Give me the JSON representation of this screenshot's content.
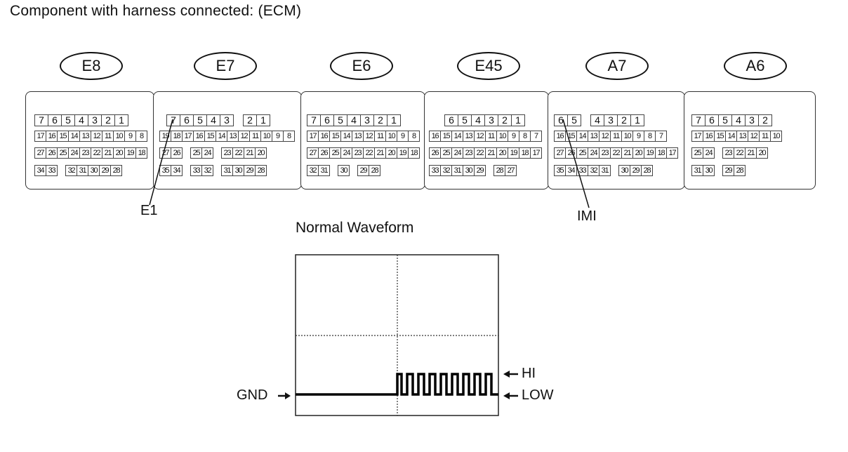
{
  "title": "Component with harness connected: (ECM)",
  "connectors": [
    {
      "id": "E8",
      "rows": [
        [
          "7",
          "6",
          "5",
          "4",
          "3",
          "2",
          "1"
        ],
        [
          "17",
          "16",
          "15",
          "14",
          "13",
          "12",
          "11",
          "10",
          "9",
          "8"
        ],
        [
          "27",
          "26",
          "25",
          "24",
          "23",
          "22",
          "21",
          "20",
          "19",
          "18"
        ],
        [
          "34",
          "33",
          "",
          "32",
          "31",
          "30",
          "29",
          "28"
        ]
      ]
    },
    {
      "id": "E7",
      "rows": [
        [
          "7",
          "6",
          "5",
          "4",
          "3",
          "",
          "2",
          "1"
        ],
        [
          "19",
          "18",
          "17",
          "16",
          "15",
          "14",
          "13",
          "12",
          "11",
          "10",
          "9",
          "8"
        ],
        [
          "27",
          "26",
          "",
          "25",
          "24",
          "",
          "23",
          "22",
          "21",
          "20"
        ],
        [
          "35",
          "34",
          "",
          "33",
          "32",
          "",
          "31",
          "30",
          "29",
          "28"
        ]
      ]
    },
    {
      "id": "E6",
      "rows": [
        [
          "7",
          "6",
          "5",
          "4",
          "3",
          "2",
          "1"
        ],
        [
          "17",
          "16",
          "15",
          "14",
          "13",
          "12",
          "11",
          "10",
          "9",
          "8"
        ],
        [
          "27",
          "26",
          "25",
          "24",
          "23",
          "22",
          "21",
          "20",
          "19",
          "18"
        ],
        [
          "32",
          "31",
          "",
          "30",
          "",
          "29",
          "28"
        ]
      ]
    },
    {
      "id": "E45",
      "rows": [
        [
          "6",
          "5",
          "4",
          "3",
          "2",
          "1"
        ],
        [
          "16",
          "15",
          "14",
          "13",
          "12",
          "11",
          "10",
          "9",
          "8",
          "7"
        ],
        [
          "26",
          "25",
          "24",
          "23",
          "22",
          "21",
          "20",
          "19",
          "18",
          "17"
        ],
        [
          "33",
          "32",
          "31",
          "30",
          "29",
          "",
          "28",
          "27"
        ]
      ]
    },
    {
      "id": "A7",
      "rows": [
        [
          "6",
          "5",
          "",
          "4",
          "3",
          "2",
          "1"
        ],
        [
          "16",
          "15",
          "14",
          "13",
          "12",
          "11",
          "10",
          "9",
          "8",
          "7"
        ],
        [
          "27",
          "26",
          "25",
          "24",
          "23",
          "22",
          "21",
          "20",
          "19",
          "18",
          "17"
        ],
        [
          "35",
          "34",
          "33",
          "32",
          "31",
          "",
          "30",
          "29",
          "28"
        ]
      ]
    },
    {
      "id": "A6",
      "rows": [
        [
          "7",
          "6",
          "5",
          "4",
          "3",
          "2"
        ],
        [
          "17",
          "16",
          "15",
          "14",
          "13",
          "12",
          "11",
          "10",
          "",
          ""
        ],
        [
          "25",
          "24",
          "",
          "23",
          "22",
          "21",
          "20",
          "",
          ""
        ],
        [
          "31",
          "30",
          "",
          "29",
          "28"
        ]
      ]
    }
  ],
  "pointers": {
    "e1": "E1",
    "imi": "IMI"
  },
  "waveform": {
    "title": "Normal Waveform",
    "gnd": "GND",
    "hi": "HI",
    "low": "LOW"
  }
}
